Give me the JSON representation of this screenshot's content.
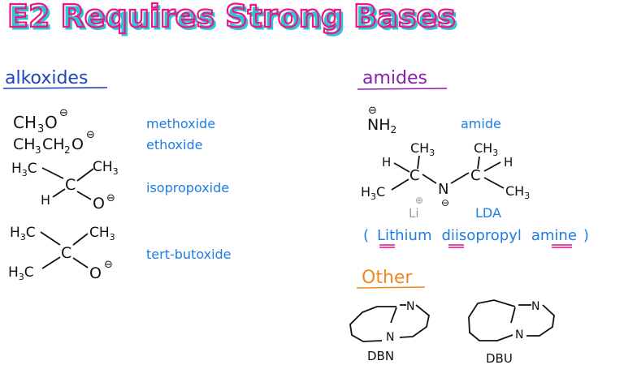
{
  "title": "E2 Requires Strong Bases",
  "colors": {
    "title_fill": "#f0147f",
    "title_shadow": "#2fc4d9",
    "alkoxides_heading": "#1f46b7",
    "amides_heading": "#8a1fb0",
    "other_heading": "#f08a1d",
    "blue_label": "#1f7de3",
    "structure_ink": "#111111",
    "li_gray": "#9a9a9a",
    "underline_pink": "#e0148a"
  },
  "sections": {
    "alkoxides": {
      "heading": "alkoxides",
      "items": [
        {
          "formula": "CH3O⊖",
          "name": "methoxide"
        },
        {
          "formula": "CH3CH2O⊖",
          "name": "ethoxide"
        },
        {
          "formula": "isopropoxide structure",
          "name": "isopropoxide"
        },
        {
          "formula": "tert-butoxide structure",
          "name": "tert-butoxide"
        }
      ]
    },
    "amides": {
      "heading": "amides",
      "items": [
        {
          "formula": "NH2⊖",
          "name": "amide"
        },
        {
          "formula": "LDA structure",
          "name": "LDA"
        }
      ],
      "lda_full_name": {
        "open": "(",
        "w1_marked": "Li",
        "w1_rest": "thium",
        "w2_marked": "di",
        "w2_rest": "isopropyl",
        "w3_marked": "am",
        "w3_rest": "ine",
        "close": ")"
      }
    },
    "other": {
      "heading": "Other",
      "items": [
        {
          "name": "DBN"
        },
        {
          "name": "DBU"
        }
      ]
    }
  },
  "chem_text": {
    "CH3": "CH3",
    "H3C": "H3C",
    "H": "H",
    "C": "C",
    "O": "O",
    "N": "N",
    "Li": "Li",
    "NH2": "NH2",
    "minus": "⊖",
    "plus": "⊕"
  }
}
